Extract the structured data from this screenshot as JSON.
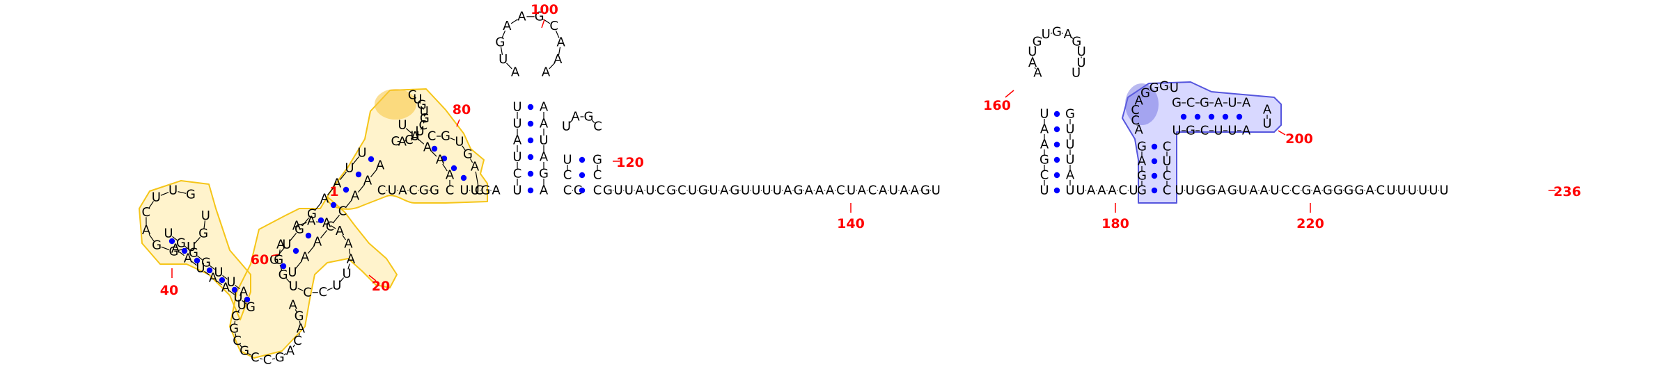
{
  "colors": {
    "background": "#ffffff",
    "nucleotide": "#000000",
    "backbone": "#000000",
    "pair_dot": "#0000ff",
    "number_label": "#ff0000",
    "highlight_1_fill": "#fff3cc",
    "highlight_1_stroke": "#f5c518",
    "highlight_2_fill": "#d8d8ff",
    "highlight_2_stroke": "#5555dd"
  },
  "position_labels": [
    "1",
    "20",
    "40",
    "60",
    "80",
    "100",
    "120",
    "140",
    "160",
    "180",
    "200",
    "220",
    "236"
  ],
  "stems": {
    "stem_90": [
      "U",
      "C",
      "U",
      "A",
      "U",
      "U",
      "A",
      "G",
      "A",
      "U",
      "A",
      "A"
    ],
    "stem_110": [
      "U",
      "G",
      "C",
      "C"
    ],
    "stem_150": [
      "U",
      "C",
      "G",
      "A",
      "A",
      "U",
      "G",
      "U",
      "U",
      "U",
      "A",
      "U"
    ],
    "stem_183": [
      "U",
      "G",
      "G",
      "A",
      "G",
      "C",
      "C",
      "U",
      "C"
    ]
  },
  "loops": {
    "loop_100": [
      "A",
      "A",
      "A",
      "C",
      "G",
      "A",
      "A",
      "G",
      "U",
      "A"
    ],
    "loop_120": [
      "U",
      "A",
      "G",
      "C"
    ],
    "loop_160": [
      "A",
      "A",
      "U",
      "G",
      "U",
      "G",
      "A",
      "G",
      "U",
      "U",
      "U"
    ]
  },
  "tail": [
    "G",
    "U",
    "U",
    "A",
    "U",
    "C",
    "G",
    "C",
    "U",
    "G",
    "U",
    "A",
    "G",
    "U",
    "U",
    "U",
    "U",
    "A",
    "G",
    "A",
    "A",
    "A",
    "C",
    "U",
    "A",
    "C",
    "A",
    "U",
    "A",
    "A",
    "G",
    "U"
  ],
  "linker_170": [
    "U",
    "A",
    "A",
    "A",
    "C",
    "U"
  ],
  "tail_3prime": [
    "U",
    "U",
    "G",
    "G",
    "A",
    "G",
    "U",
    "A",
    "A",
    "U",
    "C",
    "C",
    "G",
    "A",
    "G",
    "G",
    "G",
    "G",
    "A",
    "C",
    "U",
    "U",
    "U",
    "U",
    "U",
    "U"
  ],
  "hairpin_200": {
    "top": [
      "G",
      "C",
      "G",
      "A",
      "U",
      "A"
    ],
    "bottom": [
      "U",
      "G",
      "C",
      "U",
      "U",
      "A"
    ],
    "loop": [
      "A",
      "C",
      "C",
      "A",
      "G",
      "G",
      "G",
      "U"
    ],
    "tip": [
      "A",
      "U"
    ]
  },
  "domain_5prime": {
    "start": [
      "C",
      "U",
      "A",
      "C",
      "G",
      "G"
    ],
    "tip_80": [
      "U",
      "C",
      "A",
      "U",
      "C",
      "G",
      "U",
      "G",
      "A",
      "C"
    ],
    "loop_top": [
      "C",
      "A",
      "C",
      "A",
      "U",
      "C",
      "G",
      "U",
      "G",
      "U",
      "C"
    ],
    "helix_left": [
      "U",
      "U",
      "A",
      "A",
      "G",
      "G",
      "U",
      "G",
      "G",
      "C",
      "U",
      "C"
    ],
    "helix_right": [
      "A",
      "A",
      "A",
      "C",
      "C",
      "A",
      "A",
      "U",
      "U",
      "U",
      "U",
      "G"
    ],
    "loop_60": [
      "A",
      "A",
      "A",
      "A",
      "A",
      "A",
      "U",
      "U",
      "C",
      "C",
      "U",
      "G",
      "G",
      "A"
    ],
    "loop_bottom": [
      "A",
      "G",
      "A",
      "C",
      "A",
      "G",
      "C",
      "C",
      "G",
      "C",
      "G",
      "C",
      "U"
    ],
    "arm_left": [
      "A",
      "U",
      "U",
      "G",
      "G",
      "G",
      "U",
      "G",
      "U",
      "A",
      "A",
      "U",
      "A",
      "A",
      "U",
      "G",
      "U",
      "G",
      "G",
      "A",
      "C",
      "U",
      "U",
      "G"
    ]
  }
}
